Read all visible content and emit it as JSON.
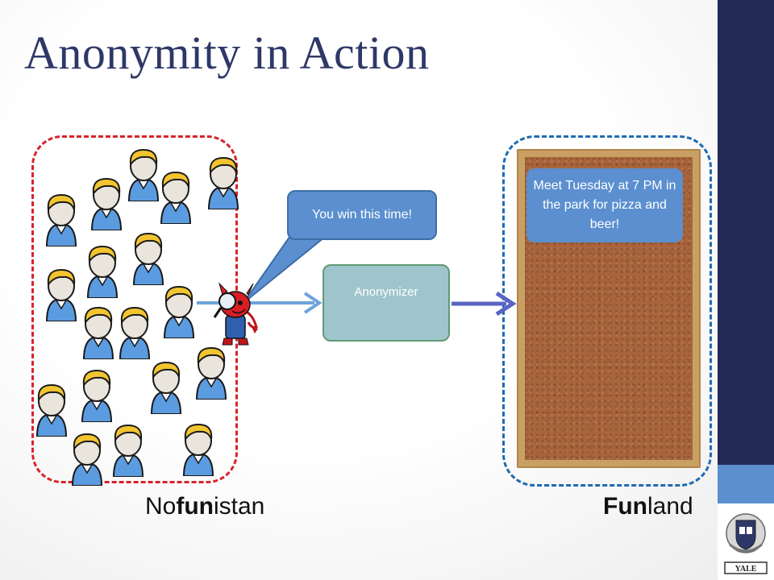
{
  "slide": {
    "title": "Anonymity in Action"
  },
  "regions": {
    "left": {
      "prefix": "No",
      "bold": "fun",
      "suffix": "istan"
    },
    "right": {
      "bold": "Fun",
      "suffix": "land"
    }
  },
  "speech_bubble": {
    "text": "You win this time!"
  },
  "anonymizer": {
    "label": "Anonymizer"
  },
  "note": {
    "text": "Meet Tuesday at 7 PM in the park for pizza and beer!"
  },
  "colors": {
    "title": "#2e3868",
    "accent_blue": "#5b8fcf",
    "sidebar_dark": "#232a56",
    "left_region_dash": "#d8232a",
    "right_region_dash": "#1f6bb0"
  },
  "icons": {
    "people": "person-icon",
    "devil": "devil-spy-icon",
    "logo": "yale-shield-icon"
  }
}
